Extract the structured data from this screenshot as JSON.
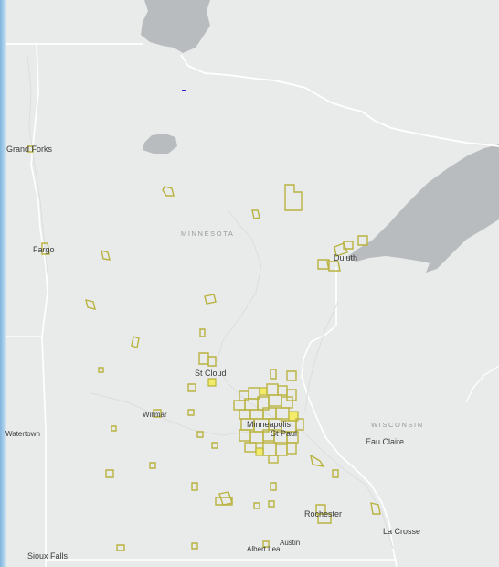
{
  "map": {
    "states": [
      {
        "id": "minnesota",
        "label": "MINNESOTA"
      },
      {
        "id": "wisconsin",
        "label": "WISCONSIN"
      }
    ],
    "cities": [
      {
        "id": "grand-forks",
        "label": "Grand Forks"
      },
      {
        "id": "fargo",
        "label": "Fargo"
      },
      {
        "id": "duluth",
        "label": "Duluth"
      },
      {
        "id": "st-cloud",
        "label": "St Cloud"
      },
      {
        "id": "willmar",
        "label": "Willmar"
      },
      {
        "id": "minneapolis",
        "label": "Minneapolis"
      },
      {
        "id": "st-paul",
        "label": "St Paul"
      },
      {
        "id": "watertown",
        "label": "Watertown"
      },
      {
        "id": "eau-claire",
        "label": "Eau Claire"
      },
      {
        "id": "rochester",
        "label": "Rochester"
      },
      {
        "id": "la-crosse",
        "label": "La Crosse"
      },
      {
        "id": "austin",
        "label": "Austin"
      },
      {
        "id": "albert-lea",
        "label": "Albert Lea"
      },
      {
        "id": "sioux-falls",
        "label": "Sioux Falls"
      }
    ],
    "colors": {
      "land": "#e9eaea",
      "water": "#b9bcbf",
      "boundary": "#ffffff",
      "polygon_stroke": "#b9b33f",
      "polygon_fill": "#f3ec6a"
    }
  }
}
